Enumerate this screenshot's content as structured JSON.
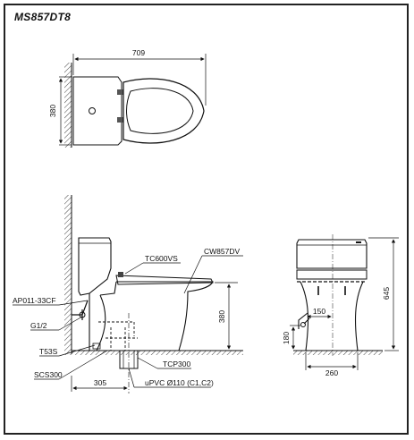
{
  "drawing": {
    "model": "MS857DT8"
  },
  "dimensions": {
    "plan_width": "709",
    "plan_depth": "380",
    "wall_to_outlet": "305",
    "outlet_height": "380",
    "total_height": "645",
    "supply_offset": "150",
    "supply_height": "180",
    "base_width": "260"
  },
  "labels": {
    "seat": "TC600VS",
    "bowl": "CW857DV",
    "flush_valve": "AP011-33CF",
    "supply_thread": "G1/2",
    "t53s": "T53S",
    "scs300": "SCS300",
    "flange": "TCP300",
    "pipe": "uPVC Ø110 (C1,C2)"
  }
}
